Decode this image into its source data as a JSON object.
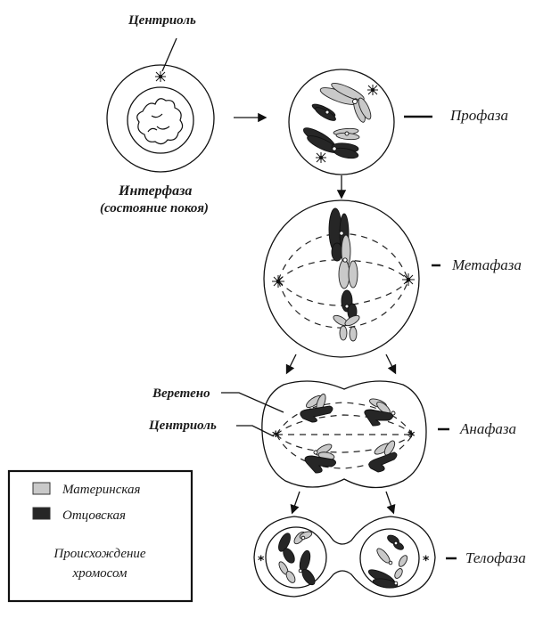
{
  "title": "Mitosis stages",
  "labels": {
    "centriole_top": "Центриоль",
    "interphase": "Интерфаза",
    "interphase_note": "(состояние покоя)",
    "prophase": "Профаза",
    "metaphase": "Метафаза",
    "anaphase": "Анафаза",
    "telophase": "Телофаза",
    "spindle": "Веретено",
    "centriole_anaphase": "Центриоль"
  },
  "legend": {
    "items": [
      {
        "label": "Материнская",
        "color": "#c9c9c9"
      },
      {
        "label": "Отцовская",
        "color": "#262626"
      }
    ],
    "caption_line1": "Происхождение",
    "caption_line2": "хромосом"
  },
  "colors": {
    "maternal": "#c9c9c9",
    "paternal": "#262626",
    "line": "#111111"
  }
}
